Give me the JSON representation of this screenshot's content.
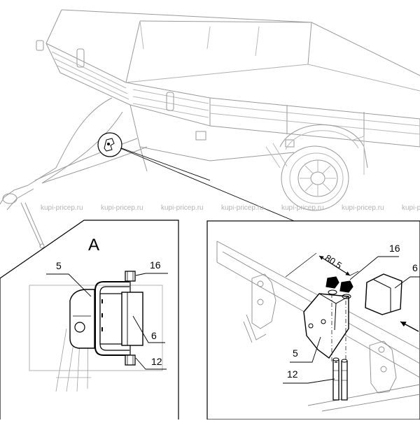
{
  "watermark": "kupi-pricep.ru",
  "watermark_count": 7,
  "detail_a": {
    "title": "A",
    "callouts": {
      "p5": "5",
      "p16": "16",
      "p6": "6",
      "p12": "12"
    }
  },
  "detail_b": {
    "dimension": "80.5",
    "callouts": {
      "p16": "16",
      "p6": "6",
      "p5": "5",
      "p12": "12"
    }
  }
}
